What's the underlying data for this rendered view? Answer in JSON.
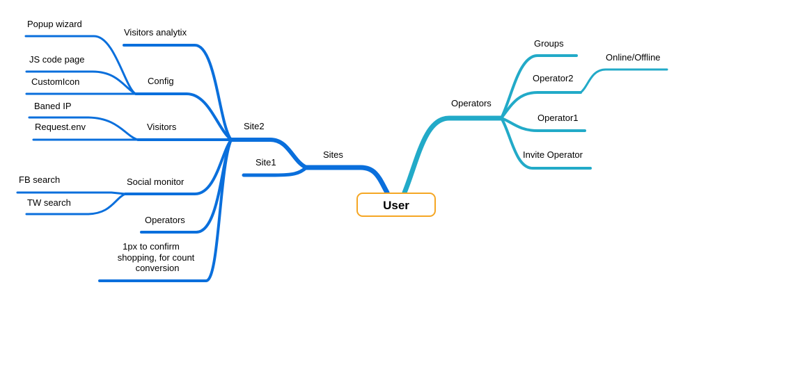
{
  "colors": {
    "left_branch": "#0a6fdc",
    "right_branch": "#22aac8",
    "root_border": "#f5a623"
  },
  "root": {
    "label": "User"
  },
  "left": {
    "sites": {
      "label": "Sites"
    },
    "site1": {
      "label": "Site1"
    },
    "site2": {
      "label": "Site2",
      "visitors_analytix": {
        "label": "Visitors analytix"
      },
      "config": {
        "label": "Config",
        "popup_wizard": {
          "label": "Popup wizard"
        },
        "js_code_page": {
          "label": "JS code page"
        },
        "custom_icon": {
          "label": "CustomIcon"
        }
      },
      "visitors": {
        "label": "Visitors",
        "baned_ip": {
          "label": "Baned IP"
        },
        "request_env": {
          "label": "Request.env"
        }
      },
      "social_monitor": {
        "label": "Social monitor",
        "fb_search": {
          "label": "FB search"
        },
        "tw_search": {
          "label": "TW search"
        }
      },
      "operators": {
        "label": "Operators"
      },
      "pixel_confirm": {
        "line1": "1px  to  confirm",
        "line2": "shopping,  for  count",
        "line3": "conversion"
      }
    }
  },
  "right": {
    "operators": {
      "label": "Operators",
      "groups": {
        "label": "Groups"
      },
      "operator2": {
        "label": "Operator2",
        "online_offline": {
          "label": "Online/Offline"
        }
      },
      "operator1": {
        "label": "Operator1"
      },
      "invite_operator": {
        "label": "Invite Operator"
      }
    }
  }
}
